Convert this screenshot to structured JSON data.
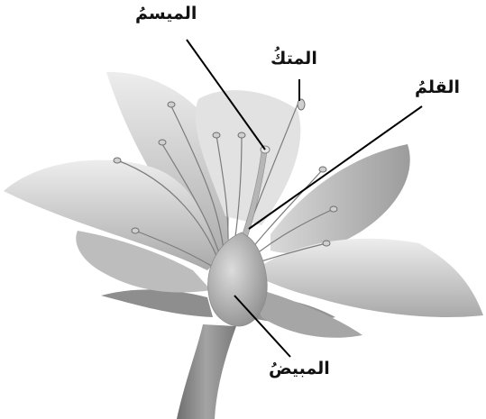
{
  "diagram": {
    "labels": {
      "stigma": "الميسمُ",
      "anther": "المتكُ",
      "style": "القلمُ",
      "ovary": "المبيضُ"
    },
    "colors": {
      "petal": "#d6d6d6",
      "petal_light": "#eaeaea",
      "petal_shadow": "#9a9a9a",
      "stem": "#8a8a8a",
      "leader_line": "#000000"
    }
  }
}
